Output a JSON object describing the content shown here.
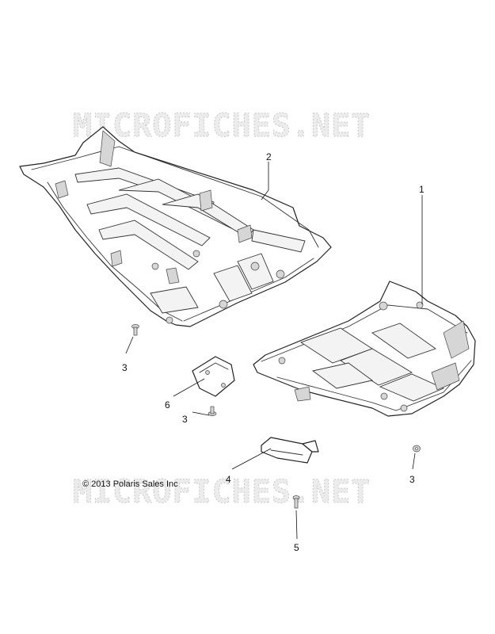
{
  "watermark": {
    "top": "MICROFICHES.NET",
    "bottom": "MICROFICHES.NET"
  },
  "copyright": "© 2013 Polaris Sales Inc",
  "callouts": [
    "2",
    "1",
    "3",
    "6",
    "3",
    "4",
    "3",
    "5"
  ]
}
